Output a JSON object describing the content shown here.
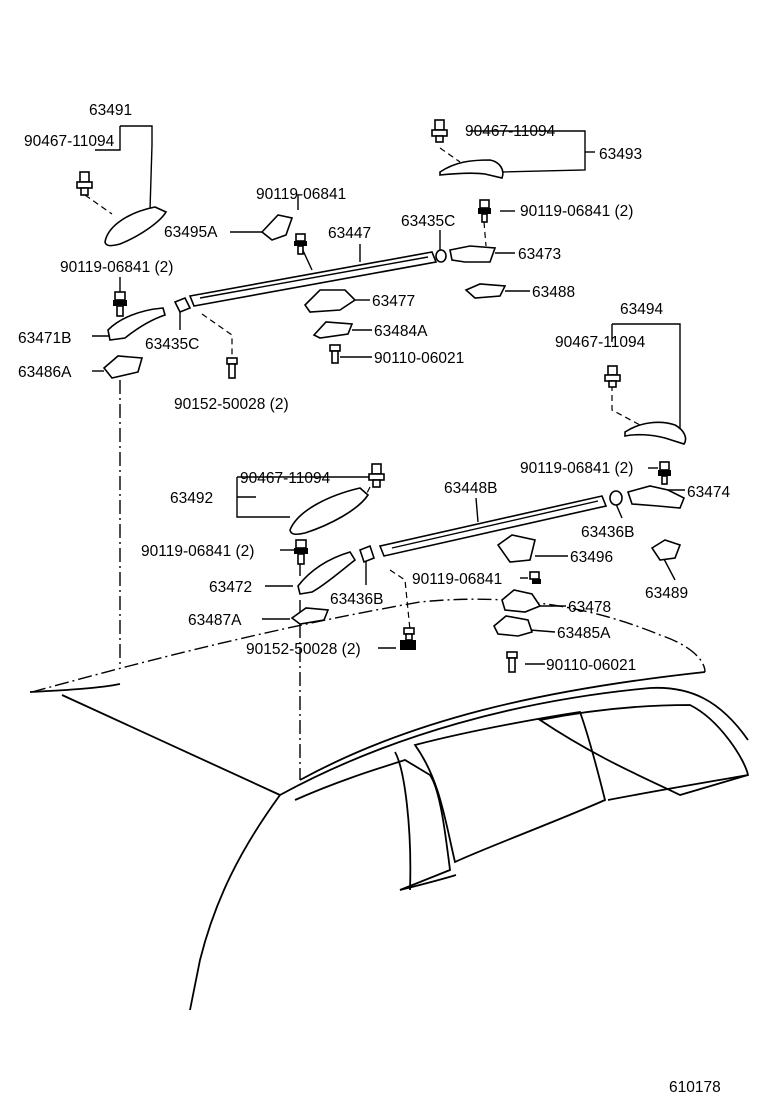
{
  "diagram_id": "610178",
  "labels": {
    "p63491": "63491",
    "p90467_a": "90467-11094",
    "p90467_b": "90467-11094",
    "p63493": "63493",
    "p90119_a": "90119-06841",
    "p63495A": "63495A",
    "p63447": "63447",
    "p63435C_top": "63435C",
    "p90119_b": "90119-06841 (2)",
    "p63473": "63473",
    "p90119_c": "90119-06841 (2)",
    "p63477": "63477",
    "p63488": "63488",
    "p63494": "63494",
    "p63471B": "63471B",
    "p63435C_bot": "63435C",
    "p63484A": "63484A",
    "p90467_c": "90467-11094",
    "p90110_a": "90110-06021",
    "p63486A": "63486A",
    "p90152_a": "90152-50028 (2)",
    "p90119_d": "90119-06841 (2)",
    "p63474": "63474",
    "p90467_d": "90467-11094",
    "p63492": "63492",
    "p63448B": "63448B",
    "p63436B_r": "63436B",
    "p90119_e": "90119-06841 (2)",
    "p63496": "63496",
    "p63472": "63472",
    "p90119_f": "90119-06841",
    "p63489": "63489",
    "p63436B_l": "63436B",
    "p63478": "63478",
    "p63487A": "63487A",
    "p63485A": "63485A",
    "p90152_b": "90152-50028 (2)",
    "p90110_b": "90110-06021"
  }
}
